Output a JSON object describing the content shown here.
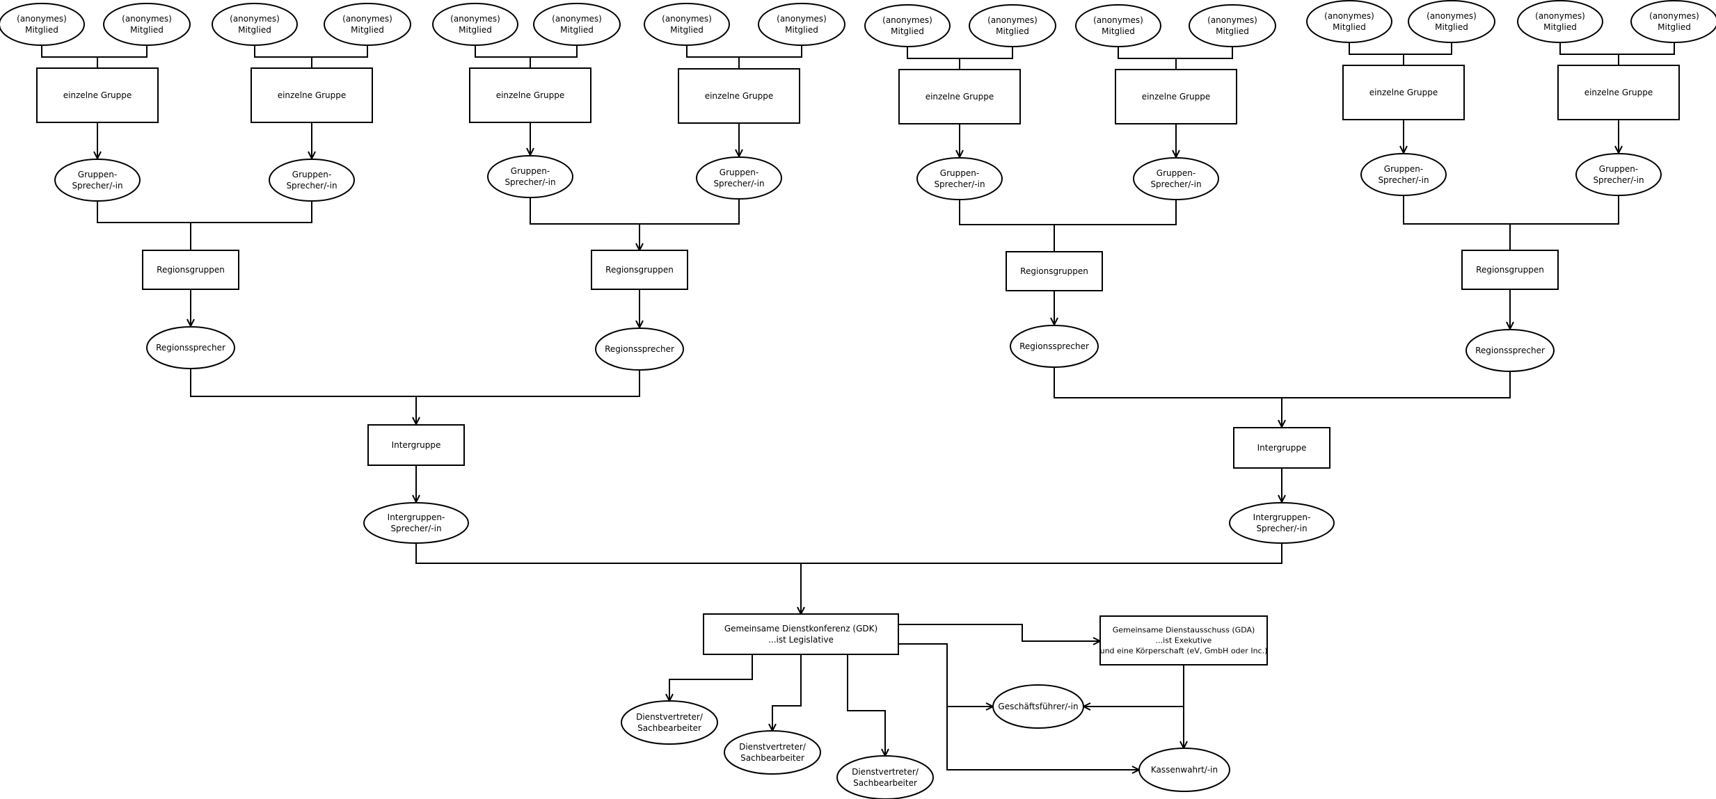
{
  "colors": {
    "stroke": "#000000",
    "fill": "#ffffff",
    "background": "#ffffff"
  },
  "labels": {
    "member": [
      "(anonymes)",
      "Mitglied"
    ],
    "group": [
      "einzelne Gruppe"
    ],
    "group_speaker": [
      "Gruppen-",
      "Sprecher/-in"
    ],
    "region_group": [
      "Regionsgruppen"
    ],
    "region_speaker": [
      "Regionssprecher"
    ],
    "intergroup": [
      "Intergruppe"
    ],
    "intergroup_speaker": [
      "Intergruppen-",
      "Sprecher/-in"
    ],
    "gdk": [
      "Gemeinsame Dienstkonferenz (GDK)",
      "...ist Legislative"
    ],
    "gda": [
      "Gemeinsame Dienstausschuss (GDA)",
      "...ist Exekutive",
      "und eine Körperschaft (eV, GmbH oder Inc.)"
    ],
    "service_rep": [
      "Dienstvertreter/",
      "Sachbearbeiter"
    ],
    "managing_director": [
      "Geschäftsführer/-in"
    ],
    "treasurer": [
      "Kassenwahrt/-in"
    ]
  }
}
